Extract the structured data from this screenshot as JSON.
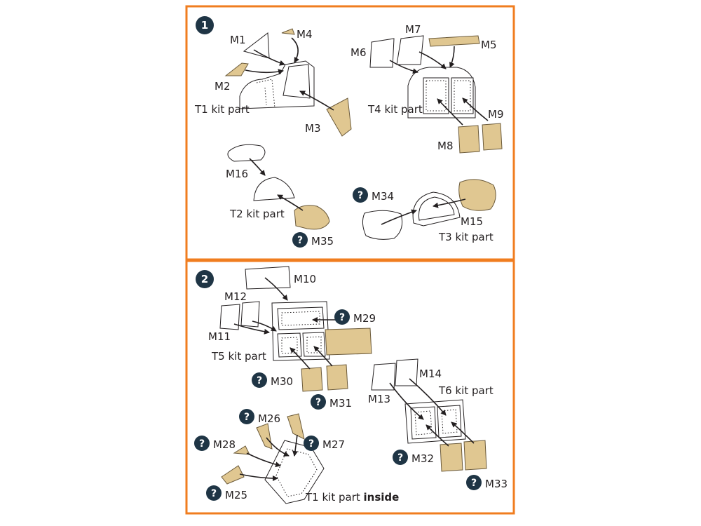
{
  "steps": [
    "1",
    "2"
  ],
  "labels": {
    "m1": "M1",
    "m2": "M2",
    "m3": "M3",
    "m4": "M4",
    "m5": "M5",
    "m6": "M6",
    "m7": "M7",
    "m8": "M8",
    "m9": "M9",
    "m10": "M10",
    "m11": "M11",
    "m12": "M12",
    "m13": "M13",
    "m14": "M14",
    "m15": "M15",
    "m16": "M16",
    "m25": "M25",
    "m26": "M26",
    "m27": "M27",
    "m28": "M28",
    "m29": "M29",
    "m30": "M30",
    "m31": "M31",
    "m32": "M32",
    "m33": "M33",
    "m34": "M34",
    "m35": "M35"
  },
  "kit_parts": {
    "t1": "T1 kit part",
    "t2": "T2 kit part",
    "t3": "T3 kit part",
    "t4": "T4 kit part",
    "t5": "T5 kit part",
    "t6": "T6 kit part",
    "t1_inside_prefix": "T1 kit part ",
    "t1_inside_suffix": "inside"
  },
  "optional_marker": "?",
  "colors": {
    "frame": "#f07d1f",
    "mask": "#e0c791",
    "badge": "#1f3545",
    "ink": "#231f20"
  }
}
